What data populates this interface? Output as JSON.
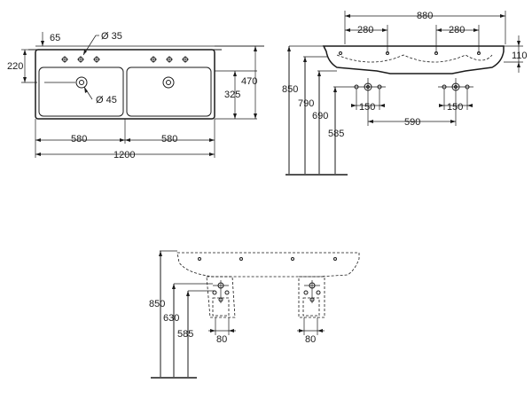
{
  "top_view": {
    "overflow_label": "65",
    "tap_hole_label": "Ø 35",
    "drain_label": "Ø 45",
    "bowl_width_left": "580",
    "bowl_width_right": "580",
    "total_width": "1200",
    "height_220": "220",
    "depth_325": "325",
    "depth_470": "470"
  },
  "front_view": {
    "total_width": "880",
    "spacing_left": "280",
    "spacing_right": "280",
    "thickness": "110",
    "height_850": "850",
    "height_790": "790",
    "height_690": "690",
    "height_585": "585",
    "drain_spacing_left": "150",
    "drain_spacing_right": "150",
    "center_distance": "590"
  },
  "side_view": {
    "height_850": "850",
    "height_630": "630",
    "height_585": "585",
    "width_left": "80",
    "width_right": "80"
  }
}
